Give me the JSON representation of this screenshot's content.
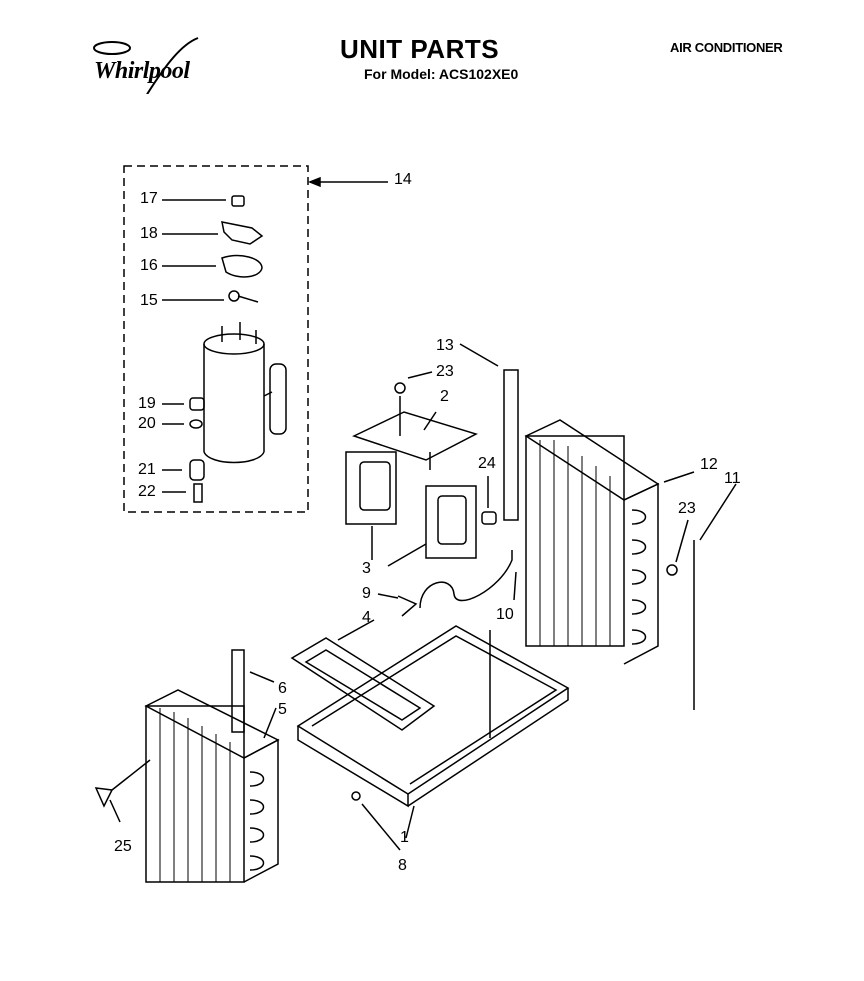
{
  "header": {
    "brand": "Whirlpool",
    "title": "UNIT PARTS",
    "model_line": "For Model: ACS102XE0",
    "category": "AIR CONDITIONER"
  },
  "callouts": {
    "c1": "1",
    "c2": "2",
    "c3": "3",
    "c4": "4",
    "c5": "5",
    "c6": "6",
    "c8": "8",
    "c9": "9",
    "c10": "10",
    "c11": "11",
    "c12": "12",
    "c13": "13",
    "c14": "14",
    "c15": "15",
    "c16": "16",
    "c17": "17",
    "c18": "18",
    "c19": "19",
    "c20": "20",
    "c21": "21",
    "c22": "22",
    "c23a": "23",
    "c23b": "23",
    "c24": "24",
    "c25": "25"
  }
}
